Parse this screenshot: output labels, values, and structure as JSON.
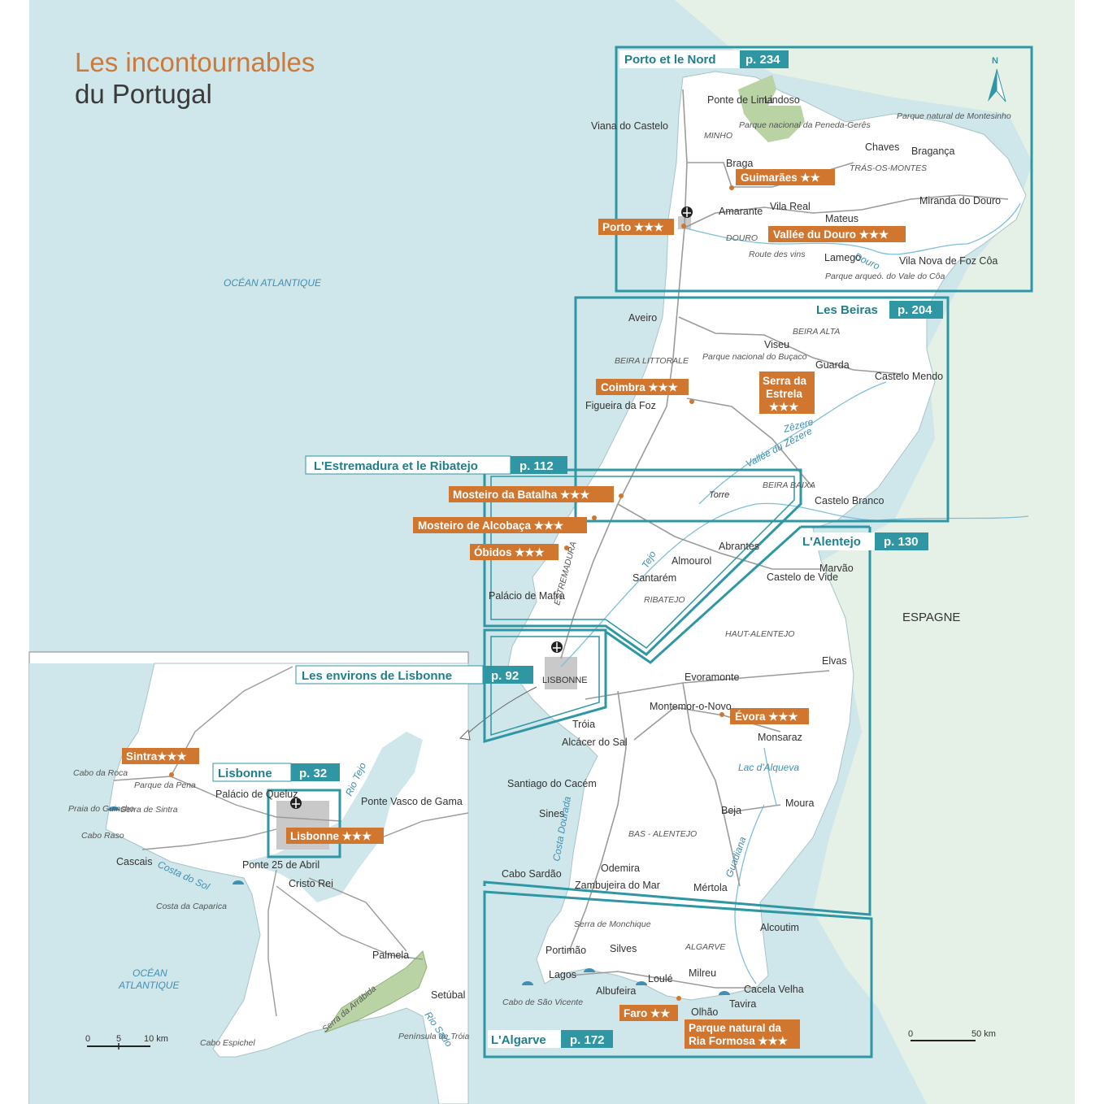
{
  "title": {
    "line1": "Les incontournables",
    "line2": "du Portugal"
  },
  "colors": {
    "sea": "#cfe6ea",
    "land": "#ffffff",
    "spain": "#e5f0e6",
    "roads": "#9b9b9b",
    "frame": "#2e97a3",
    "poi": "#d1762f",
    "river": "#7cbfdb",
    "park": "#b9d3a4"
  },
  "labels": {
    "ocean_main": "OCÉAN ATLANTIQUE",
    "ocean_inset": [
      "OCÉAN",
      "ATLANTIQUE"
    ],
    "spain": "ESPAGNE",
    "north": "N"
  },
  "sections": [
    {
      "name": "Porto et le Nord",
      "page": "p. 234"
    },
    {
      "name": "Les Beiras",
      "page": "p. 204"
    },
    {
      "name": "L'Estremadura et le Ribatejo",
      "page": "p. 112"
    },
    {
      "name": "L'Alentejo",
      "page": "p. 130"
    },
    {
      "name": "Les environs de Lisbonne",
      "page": "p. 92"
    },
    {
      "name": "L'Algarve",
      "page": "p. 172"
    },
    {
      "name": "Lisbonne",
      "page": "p. 32"
    }
  ],
  "highlights": [
    {
      "label": "Guimarães ★★",
      "stars": 2
    },
    {
      "label": "Porto ★★★",
      "stars": 3
    },
    {
      "label": "Vallée du Douro ★★★",
      "stars": 3
    },
    {
      "label": "Coimbra ★★★",
      "stars": 3
    },
    {
      "label": "Serra da Estrela ★★★",
      "lines": [
        "Serra da",
        "Estrela",
        "★★★"
      ],
      "stars": 3
    },
    {
      "label": "Mosteiro da Batalha ★★★",
      "stars": 3
    },
    {
      "label": "Mosteiro de Alcobaça ★★★",
      "stars": 3
    },
    {
      "label": "Óbidos ★★★",
      "stars": 3
    },
    {
      "label": "Évora ★★★",
      "stars": 3
    },
    {
      "label": "Faro ★★",
      "stars": 2
    },
    {
      "label": "Parque natural da Ria Formosa ★★★",
      "lines": [
        "Parque natural da",
        "Ria Formosa ★★★"
      ],
      "stars": 3
    },
    {
      "label": "Sintra★★★",
      "stars": 3
    },
    {
      "label": "Lisbonne ★★★",
      "stars": 3
    }
  ],
  "places": [
    "Ponte de Lima",
    "Lindoso",
    "Viana do Castelo",
    "Braga",
    "Chaves",
    "Bragança",
    "Amarante",
    "Vila Real",
    "Mateus",
    "Miranda do Douro",
    "Lamego",
    "Vila Nova de Foz Côa",
    "Aveiro",
    "Viseu",
    "Guarda",
    "Castelo Mendo",
    "Figueira da Foz",
    "Torre",
    "Castelo Branco",
    "Abrantes",
    "Almourol",
    "Santarém",
    "Palácio de Mafra",
    "Marvão",
    "Castelo de Vide",
    "Elvas",
    "LISBONNE",
    "Evoramonte",
    "Montemor-o-Novo",
    "Tróia",
    "Alcácer do Sal",
    "Monsaraz",
    "Santiago do Cacém",
    "Sines",
    "Moura",
    "Beja",
    "Odemira",
    "Cabo Sardão",
    "Zambujeira do Mar",
    "Mértola",
    "Alcoutim",
    "Portimão",
    "Silves",
    "Lagos",
    "Albufeira",
    "Loulé",
    "Milreu",
    "Cacela Velha",
    "Tavira",
    "Olhão",
    "Cabo de São Vicente",
    "Serra de Monchique",
    "Cabo da Roca",
    "Parque da Pena",
    "Praia do Guincho",
    "Serra de Sintra",
    "Palácio de Queluz",
    "Ponte Vasco de Gama",
    "Cabo Raso",
    "Cascais",
    "Ponte 25 de Abril",
    "Cristo Rei",
    "Costa da Caparica",
    "Palmela",
    "Setúbal",
    "Cabo Espichel",
    "Península de Tróia",
    "Serra da Arrábida",
    "Parque nacional da Peneda-Gerês",
    "Parque natural de Montesinho",
    "Parque nacional do Buçaco",
    "Route des vins",
    "Parque arqueó. do Vale do Côa"
  ],
  "regions": [
    "MINHO",
    "TRÁS-OS-MONTES",
    "DOURO",
    "BEIRA ALTA",
    "BEIRA LITTORALE",
    "BEIRA BAIXA",
    "ESTREMADURA",
    "RIBATEJO",
    "HAUT-ALENTEJO",
    "BAS - ALENTEJO",
    "ALGARVE"
  ],
  "waters": [
    "Douro",
    "Zêzere",
    "Vallée du Zêzere",
    "Tejo",
    "Lac d'Alqueva",
    "Guadiana",
    "Costa Dourada",
    "Rio Tejo",
    "Rio Sado",
    "Costa do Sol"
  ],
  "scales": {
    "main": {
      "ticks": [
        "0",
        "50 km"
      ]
    },
    "inset": {
      "ticks": [
        "0",
        "5",
        "10 km"
      ]
    }
  }
}
